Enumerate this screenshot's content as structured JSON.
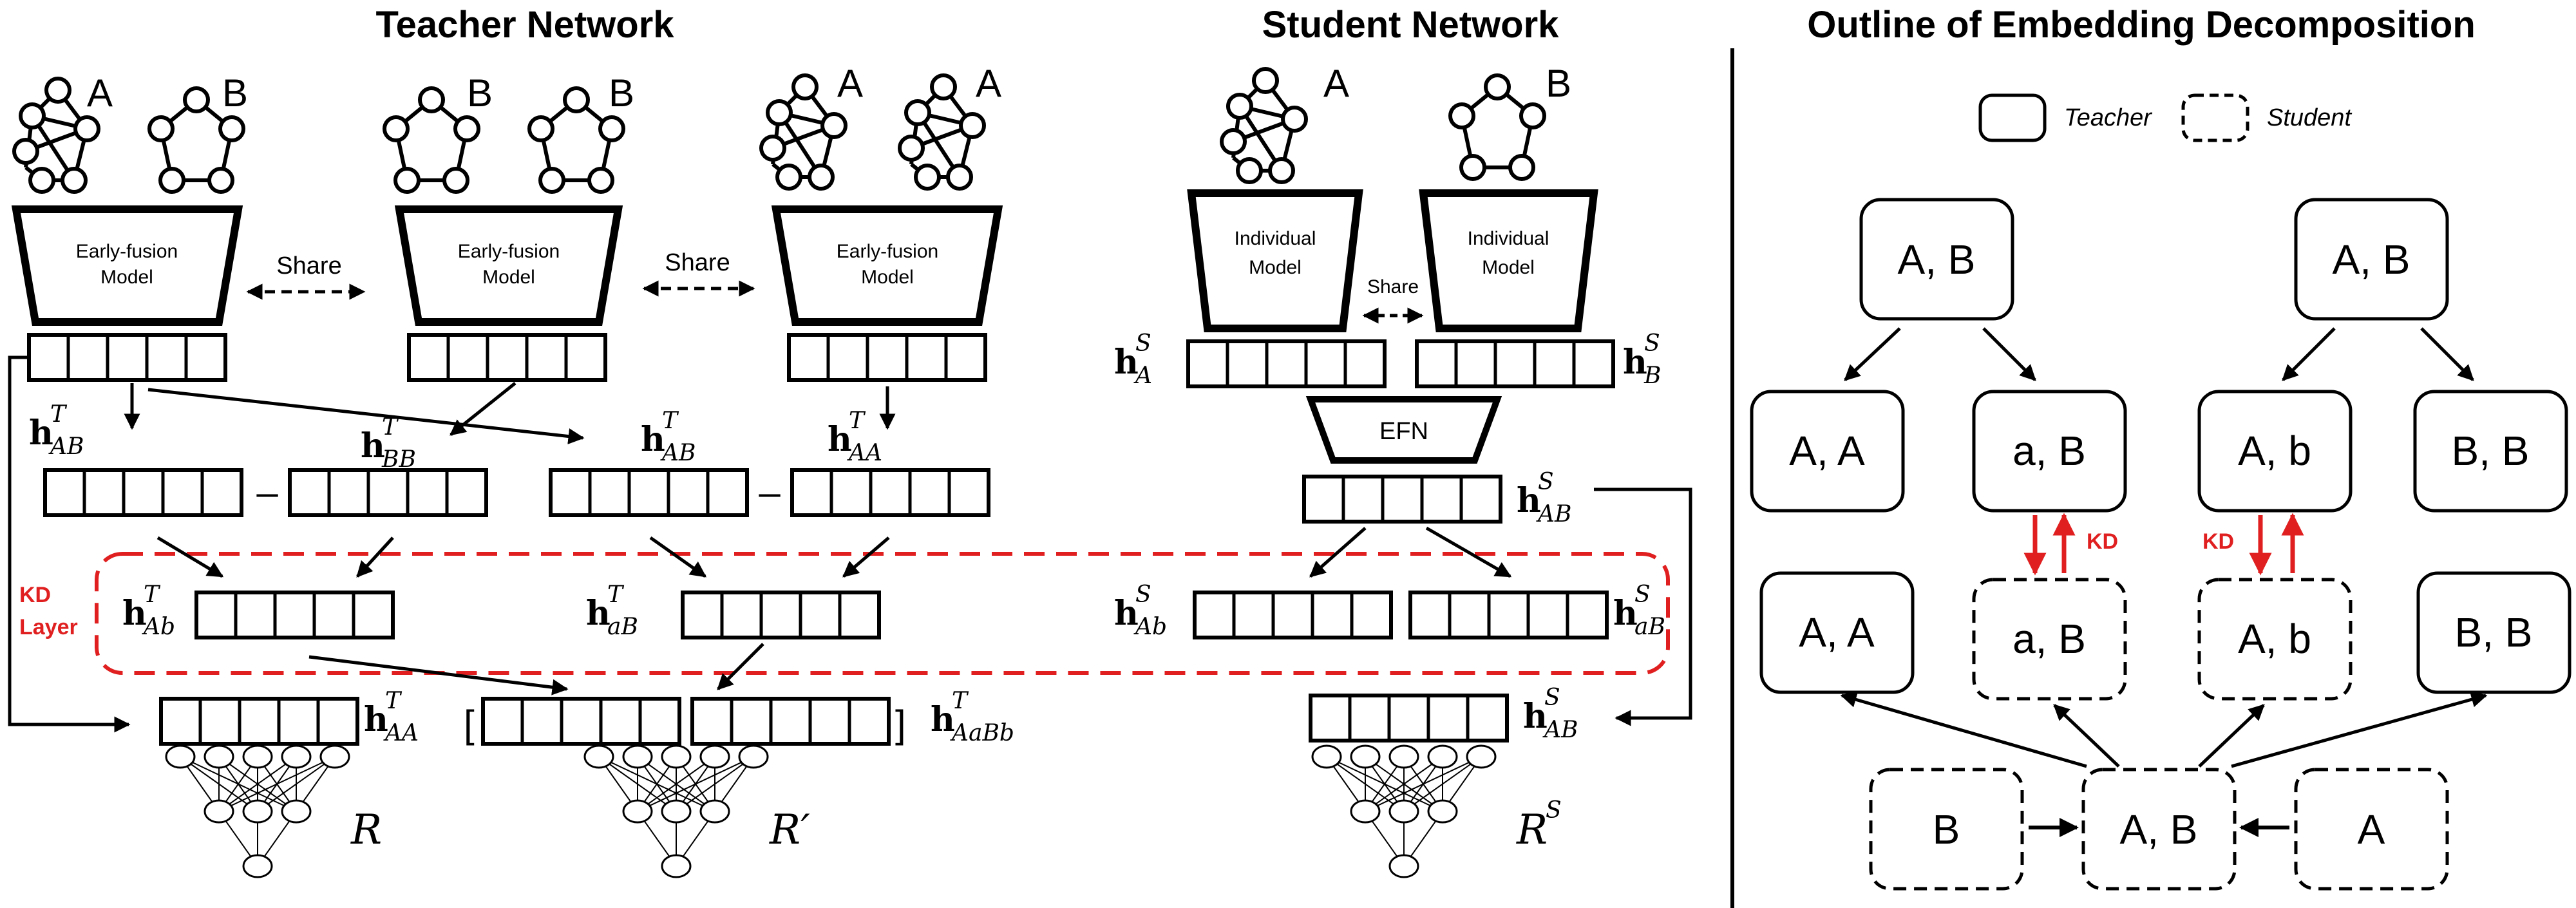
{
  "titles": {
    "teacher": "Teacher Network",
    "student": "Student Network",
    "outline": "Outline of Embedding Decomposition"
  },
  "graph_labels": {
    "a": "A",
    "b": "B"
  },
  "models": {
    "early_fusion": "Early-fusion",
    "model": "Model",
    "individual": "Individual",
    "efn": "EFN"
  },
  "share": "Share",
  "kd_layer": {
    "line1": "KD",
    "line2": "Layer"
  },
  "kd": "KD",
  "h": "h",
  "emb": {
    "t_AB": "AB",
    "t_BB": "BB",
    "t_AA": "AA",
    "t_Ab": "Ab",
    "t_aB": "aB",
    "t_AaBb": "AaBb",
    "s_A": "A",
    "s_B": "B",
    "s_AB": "AB",
    "s_Ab": "Ab",
    "s_aB": "aB"
  },
  "sup": {
    "T": "T",
    "S": "S"
  },
  "minus": "–",
  "outputs": {
    "r": "R",
    "r_prime": "R′",
    "rs": "R",
    "rs_sup": "S"
  },
  "legend": {
    "teacher": "Teacher",
    "student": "Student"
  },
  "outline_boxes": {
    "top_ab": "A, B",
    "aa": "A, A",
    "aB": "a, B",
    "Ab": "A, b",
    "bb": "B, B",
    "b": "B",
    "a": "A"
  },
  "colors": {
    "kd": "#e02020",
    "line": "#000000"
  }
}
